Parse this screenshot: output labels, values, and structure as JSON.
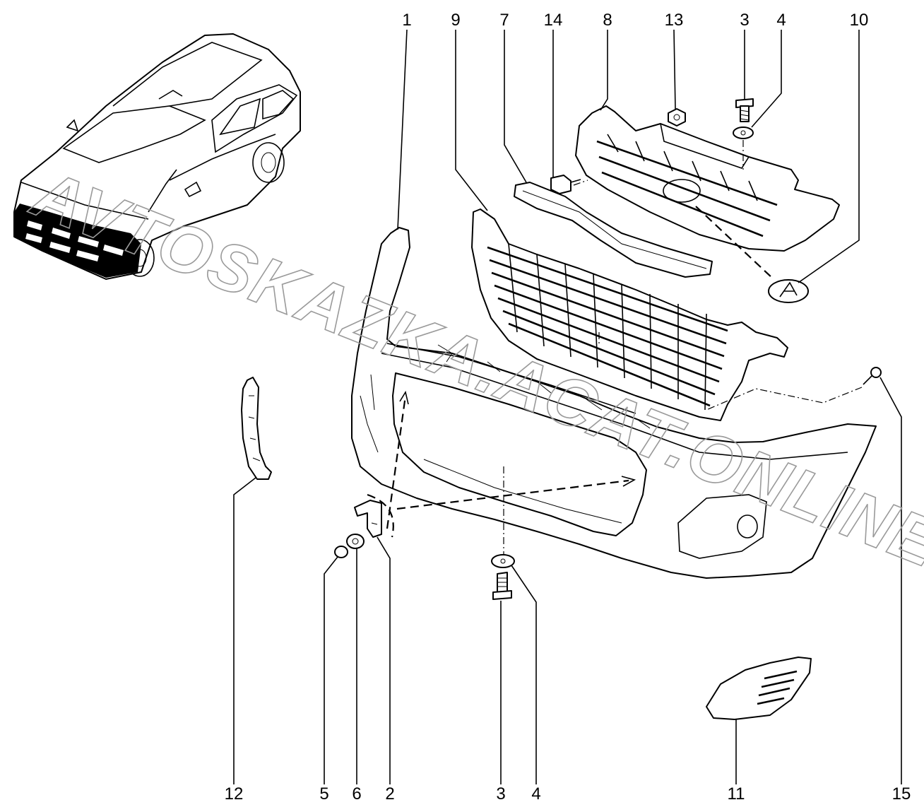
{
  "callouts": {
    "top": [
      "1",
      "9",
      "7",
      "14",
      "8",
      "13",
      "3",
      "4",
      "10"
    ],
    "bottom": [
      "12",
      "5",
      "6",
      "2",
      "3",
      "4",
      "11",
      "15"
    ]
  },
  "watermark": "AVTOSKAZKA.ACAT.ONLINE",
  "colors": {
    "ink": "#000000",
    "watermark": "#9a9a9a",
    "background": "#ffffff"
  }
}
